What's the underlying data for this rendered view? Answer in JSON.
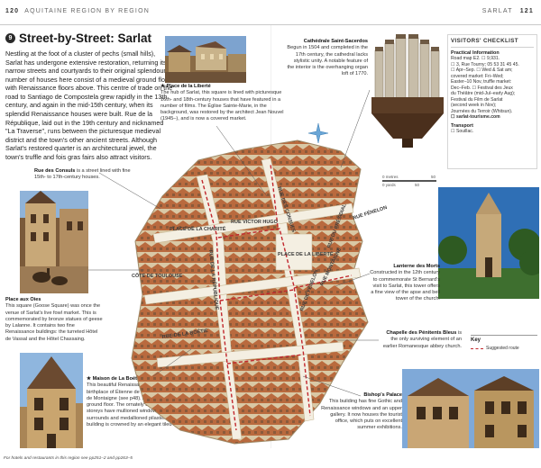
{
  "header": {
    "left_page_num": "120",
    "left_title": "AQUITAINE REGION BY REGION",
    "right_title": "SARLAT",
    "right_page_num": "121"
  },
  "main": {
    "section_number": "9",
    "title": "Street-by-Street: Sarlat",
    "intro": "Nestling at the foot of a cluster of pechs (small hills), Sarlat has undergone extensive restoration, returning its narrow streets and courtyards to their original splendour. A number of houses here consist of a medieval ground floor with Renaissance floors above. This centre of trade on the road to Santiago de Compostela grew rapidly in the 13th century, and again in the mid-15th century, when its splendid Renaissance houses were built. Rue de la République, laid out in the 19th century and nicknamed \"La Traverse\", runs between the picturesque medieval district and the town's other ancient streets. Although Sarlat's restored quarter is an architectural jewel, the town's truffle and fois gras fairs also attract visitors."
  },
  "captions": {
    "liberte": {
      "title": "★ Place de la Liberté",
      "text": "The hub of Sarlat, this square is lined with picturesque 16th- and 18th-century houses that have featured in a number of films. The Église Sainte-Marie, in the background, was restored by the architect Jean Nouvel (1945–), and is now a covered market."
    },
    "cathedrale": {
      "title": "Cathédrale Saint-Sacerdos",
      "text": "Begun in 1504 and completed in the 17th century, the cathedral lacks stylistic unity. A notable feature of the interior is the overhanging organ loft of 1770."
    },
    "consuls": {
      "title": "Rue des Consuls",
      "text": " is a street lined with fine 15th- to 17th-century houses."
    },
    "oies": {
      "title": "Place aux Oies",
      "text": "This square (Goose Square) was once the venue of Sarlat's live fowl market. This is commemorated by bronze statues of geese by Lalanne. It contains two fine Renaissance buildings: the turreted Hôtel de Vassal and the Hôtel Chassaing."
    },
    "lanterne": {
      "title": "Lanterne des Morts",
      "text": "Constructed in the 12th century to commemorate St Bernard's visit to Sarlat, this tower offers a fine view of the apse and bell tower of the church."
    },
    "penitents": {
      "title": "Chapelle des Pénitents Bleus",
      "text": " is the only surviving element of an earlier Romanesque abbey church."
    },
    "boetie": {
      "title": "★ Maison de La Boétie",
      "text": "This beautiful Renaissance house was the birthplace of Étienne de La Boétie, friend Michel de Montaigne (see p48). A shop once filled the ground floor. The ornately decorated upper storeys have mullioned windows with carved surrounds and medallioned pilasters. The building is crowned by an elegant tiled roof."
    },
    "bishop": {
      "title": "Bishop's Palace",
      "text": "This building has fine Gothic and Renaissance windows and an upper gallery. It now houses the tourist office, which puts on excellent summer exhibitions."
    }
  },
  "checklist": {
    "heading": "VISITORS' CHECKLIST",
    "practical_title": "Practical Information",
    "road_map": "Road map E2. ☐ 9,931.",
    "lines": [
      "☐ 3, Rue Tourny; 05 53 31 45 45.",
      "☐ Apr–Sep. ☐ Wed & Sat am;",
      "covered market: Fri–Wed;",
      "Easter–10 Nov, truffle market:",
      "Dec–Feb. ☐ Festival des Jeux",
      "du Théâtre (mid-Jul–early Aug);",
      "Festival du Film de Sarlat",
      "(second week in Nov);",
      "Journées du Terroir (Whitsun).",
      "☐ sarlat-tourisme.com"
    ],
    "transport_title": "Transport",
    "transport": "☐ Souillac."
  },
  "map": {
    "streets": [
      "RUE DES CONSULS",
      "PLACE DE LA LIBERTÉ",
      "RUE FÉNELON",
      "RUE DE LA RÉPUBLIQUE",
      "RUE MONTAIGNE",
      "PLACE DE LA CHARITÉ",
      "RUE VICTOR HUGO",
      "CÔTE DE TOULOUSE",
      "RUE DE LA BOÉTIE",
      "RUE DU PRÉSIDIAL",
      "RUE DE FÉNELON"
    ],
    "scale_top": [
      "0 metres",
      "50"
    ],
    "scale_bottom": [
      "0 yards",
      "50"
    ]
  },
  "key": {
    "heading": "Key",
    "route": "Suggested route"
  },
  "footer": "For hotels and restaurants in this region see pp251–2 and pp263–5",
  "colors": {
    "route": "#c1272d",
    "roof": "#a0522d",
    "wall": "#d9c8a5",
    "accent": "#333333"
  }
}
